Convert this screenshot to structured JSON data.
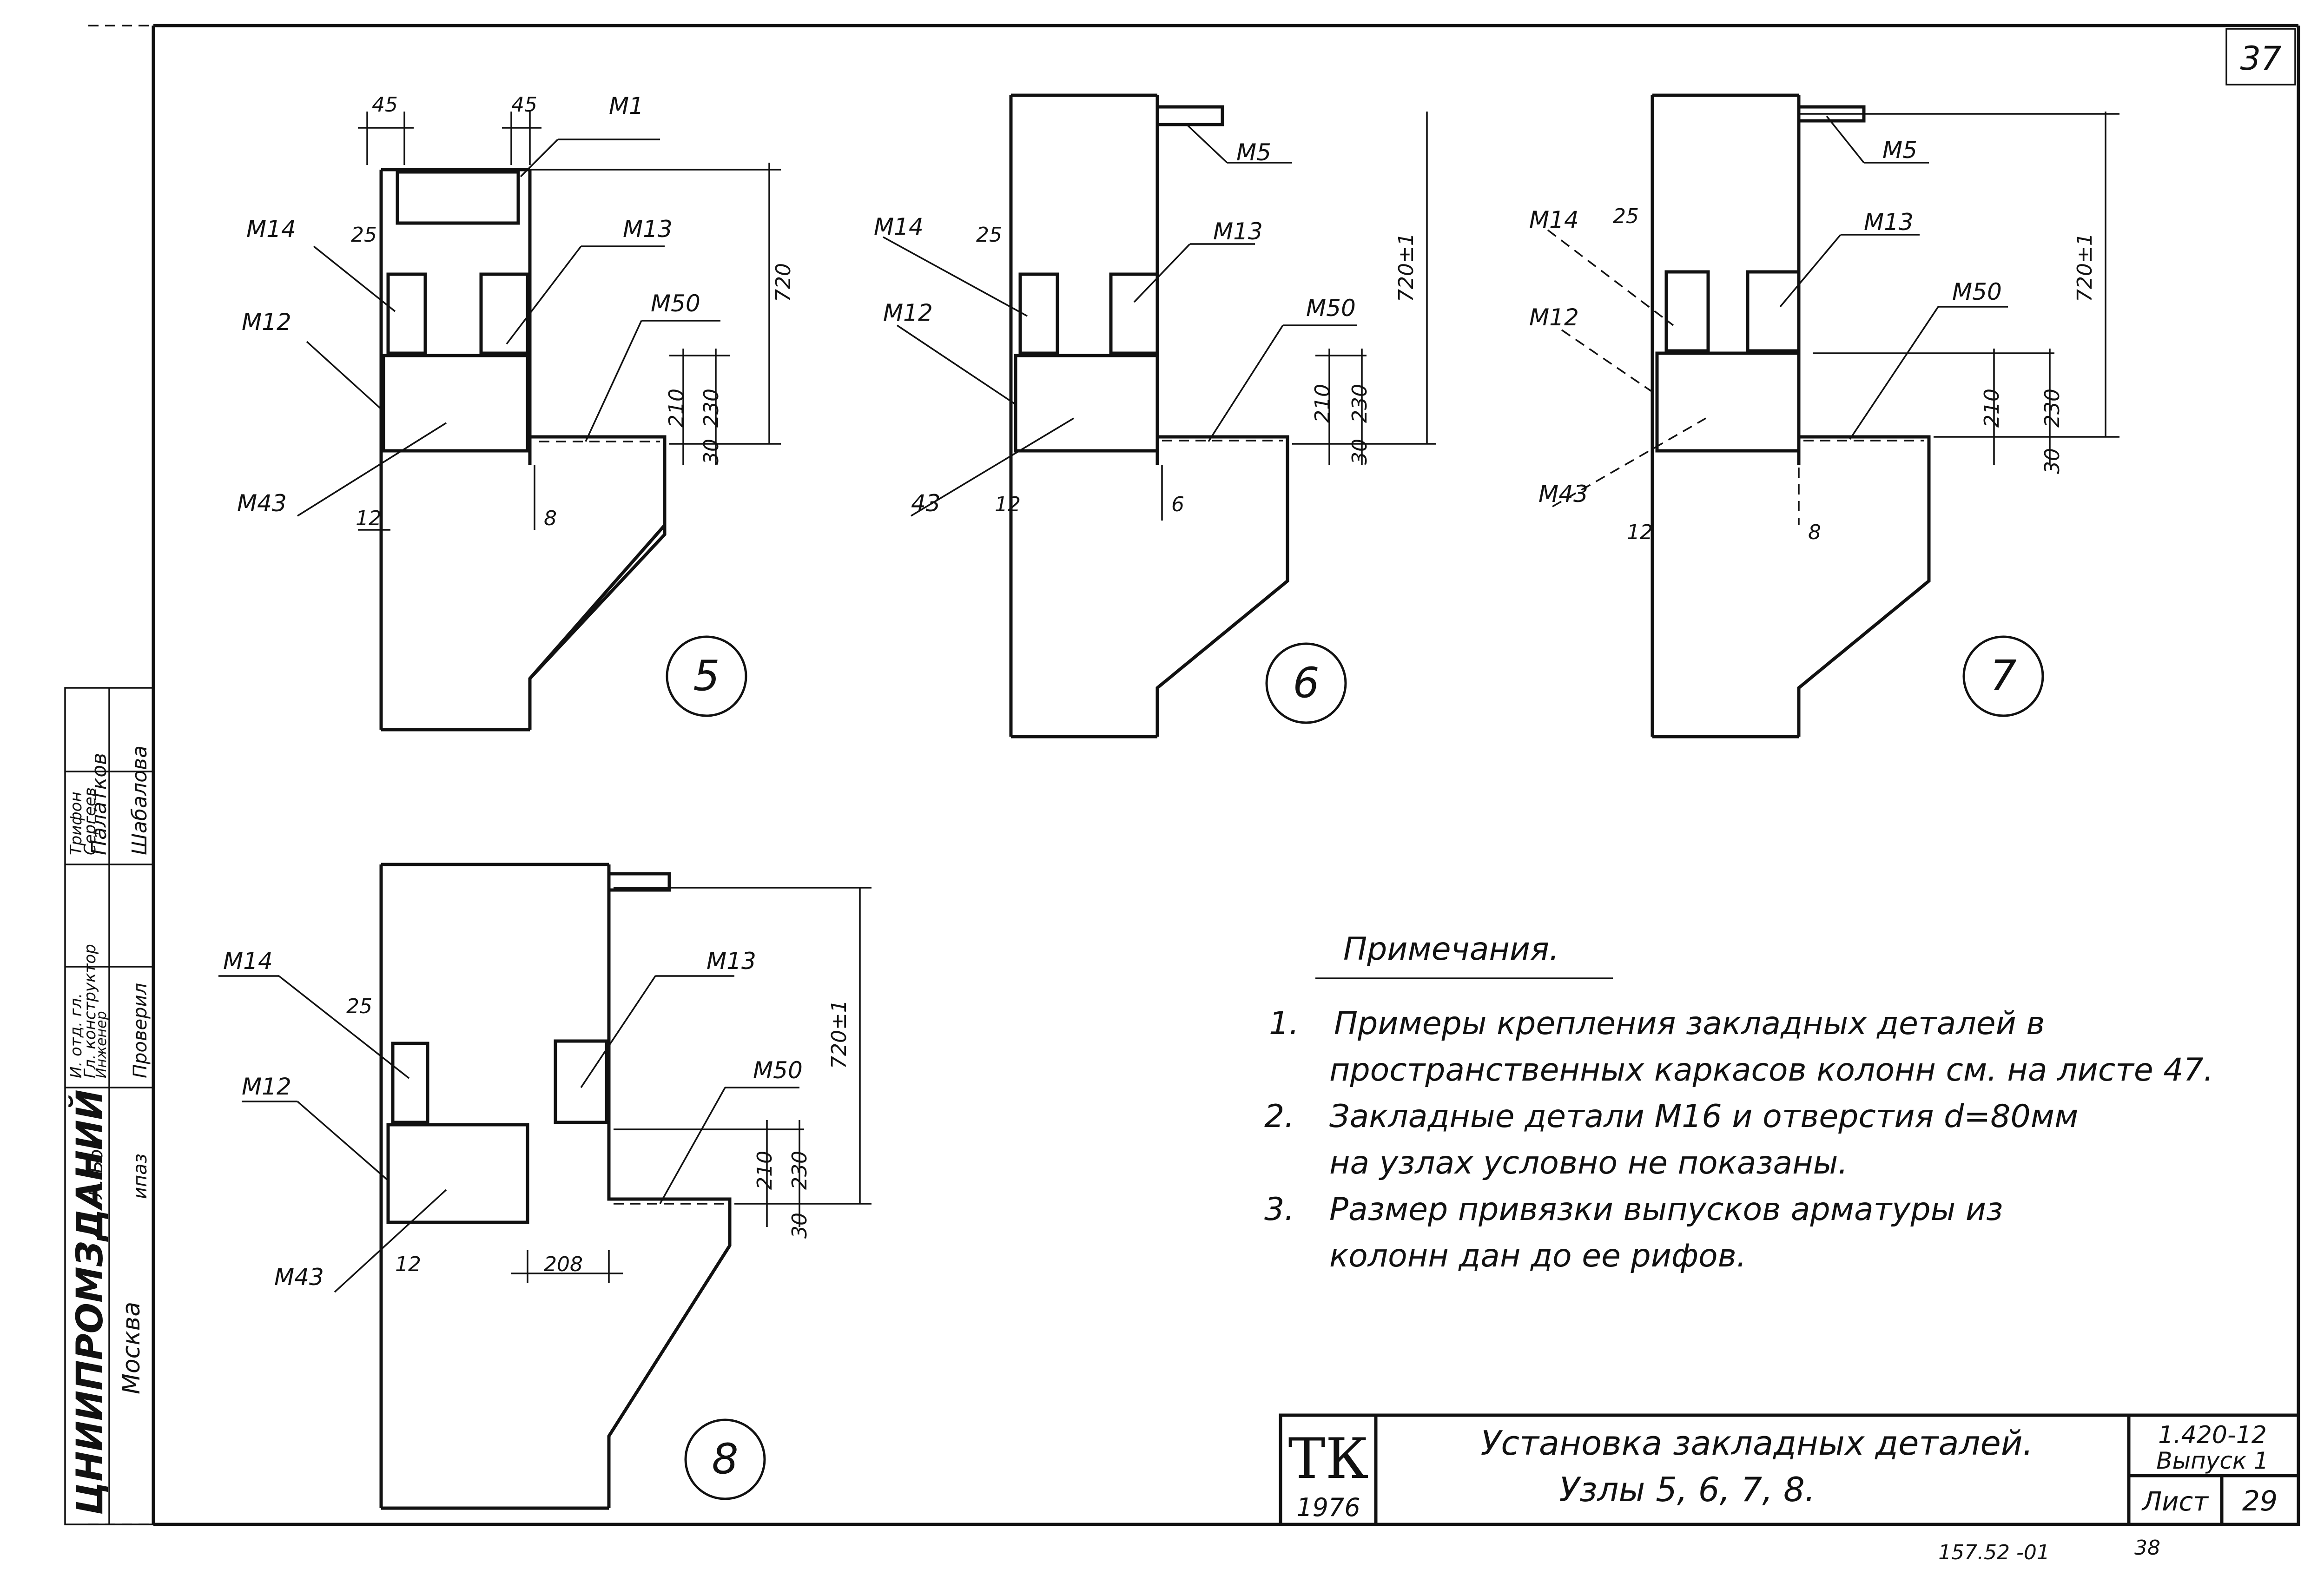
{
  "sheet": {
    "sheet_corner_number": "37",
    "bottom_code": "157.52 -01",
    "bottom_page": "38"
  },
  "stamp": {
    "org": "ЦНИИПРОМЗДАНИЙ",
    "city": "Москва",
    "rows": [
      {
        "role": "И. отд. гл.",
        "sign": "",
        "name": "Трифон"
      },
      {
        "role": "Гл. конструктор",
        "sign": "",
        "name": "Сергеев"
      },
      {
        "role": "Инженер",
        "sign": "Л. Бол",
        "name": "Палатков"
      },
      {
        "role": "Проверил",
        "sign": "ипаз",
        "name": "Шабалова"
      }
    ]
  },
  "nodes": [
    {
      "number": "5",
      "labels": {
        "top_a": "М1",
        "top_b": "",
        "m14": "М14",
        "m13": "М13",
        "m12": "М12",
        "m50": "М50",
        "m43": "М43"
      },
      "dims": {
        "w1": "45",
        "w2": "45",
        "gap": "25",
        "h_total": "720",
        "h1": "210",
        "h2": "230",
        "h3": "30",
        "s1": "12",
        "s2": "8"
      }
    },
    {
      "number": "6",
      "labels": {
        "top_a": "М5",
        "m14": "М14",
        "m13": "М13",
        "m12": "М12",
        "m50": "М50",
        "m43": "43"
      },
      "dims": {
        "gap": "25",
        "h_total": "720±1",
        "h1": "210",
        "h2": "230",
        "h3": "30",
        "s1": "12",
        "s2": "6"
      }
    },
    {
      "number": "7",
      "labels": {
        "top_a": "М5",
        "m14": "М14",
        "m13": "М13",
        "m12": "М12",
        "m50": "М50",
        "m43": "М43"
      },
      "dims": {
        "gap": "25",
        "h_total": "720±1",
        "h1": "210",
        "h2": "230",
        "h3": "30",
        "s1": "12",
        "s2": "8"
      }
    },
    {
      "number": "8",
      "labels": {
        "m14": "М14",
        "m13": "М13",
        "m12": "М12",
        "m50": "М50",
        "m43": "М43"
      },
      "dims": {
        "gap": "25",
        "h_total": "720±1",
        "h1": "210",
        "h2": "230",
        "h3": "30",
        "s1": "12",
        "s2": "208"
      }
    }
  ],
  "notes": {
    "heading": "Примечания.",
    "items": [
      {
        "num": "1.",
        "line1": "Примеры крепления закладных деталей в",
        "line2": "пространственных каркасов колонн см. на листе 47."
      },
      {
        "num": "2.",
        "line1": "Закладные детали М16 и отверстия d=80мм",
        "line2": "на узлах условно не показаны."
      },
      {
        "num": "3.",
        "line1": "Размер привязки выпусков арматуры из",
        "line2": "колонн дан до ее рифов."
      }
    ]
  },
  "title_block": {
    "logo_letters": "ТК",
    "logo_year": "1976",
    "title_line1": "Установка закладных деталей.",
    "title_line2": "Узлы 5, 6, 7, 8.",
    "series": "1.420-12",
    "issue": "Выпуск 1",
    "sheet_label": "Лист",
    "sheet_number": "29"
  }
}
